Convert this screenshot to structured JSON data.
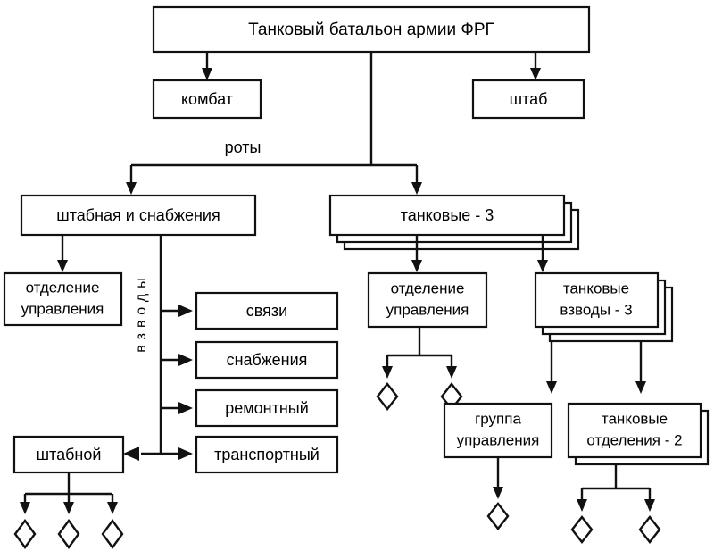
{
  "diagram": {
    "title": "Танковый батальон армии ФРГ",
    "language": "ru",
    "colors": {
      "background": "#ffffff",
      "stroke": "#111111",
      "text": "#000000"
    },
    "free_labels": {
      "companies": "роты",
      "platoons_vertical": "взводы"
    },
    "nodes": {
      "battalion": "Танковый батальон армии ФРГ",
      "commander": "комбат",
      "staff": "штаб",
      "hq_supply_company": "штабная и снабжения",
      "tank_companies": "танковые - 3",
      "hq_squad_left": "отделение\nуправления",
      "hq_squad_left_line1": "отделение",
      "hq_squad_left_line2": "управления",
      "platoon_signals": "связи",
      "platoon_supply": "снабжения",
      "platoon_repair": "ремонтный",
      "platoon_transport": "транспортный",
      "platoon_staff": "штабной",
      "hq_squad_mid_line1": "отделение",
      "hq_squad_mid_line2": "управления",
      "tank_platoons_line1": "танковые",
      "tank_platoons_line2": "взводы - 3",
      "control_group_line1": "группа",
      "control_group_line2": "управления",
      "tank_squads_line1": "танковые",
      "tank_squads_line2": "отделения - 2"
    },
    "counts": {
      "staff_platoon_diamonds": 3,
      "hq_squad_mid_diamonds": 2,
      "control_group_diamonds": 1,
      "tank_squads_diamonds": 2,
      "tank_companies_stack": 3,
      "tank_platoons_stack": 3,
      "tank_squads_stack": 2
    }
  }
}
